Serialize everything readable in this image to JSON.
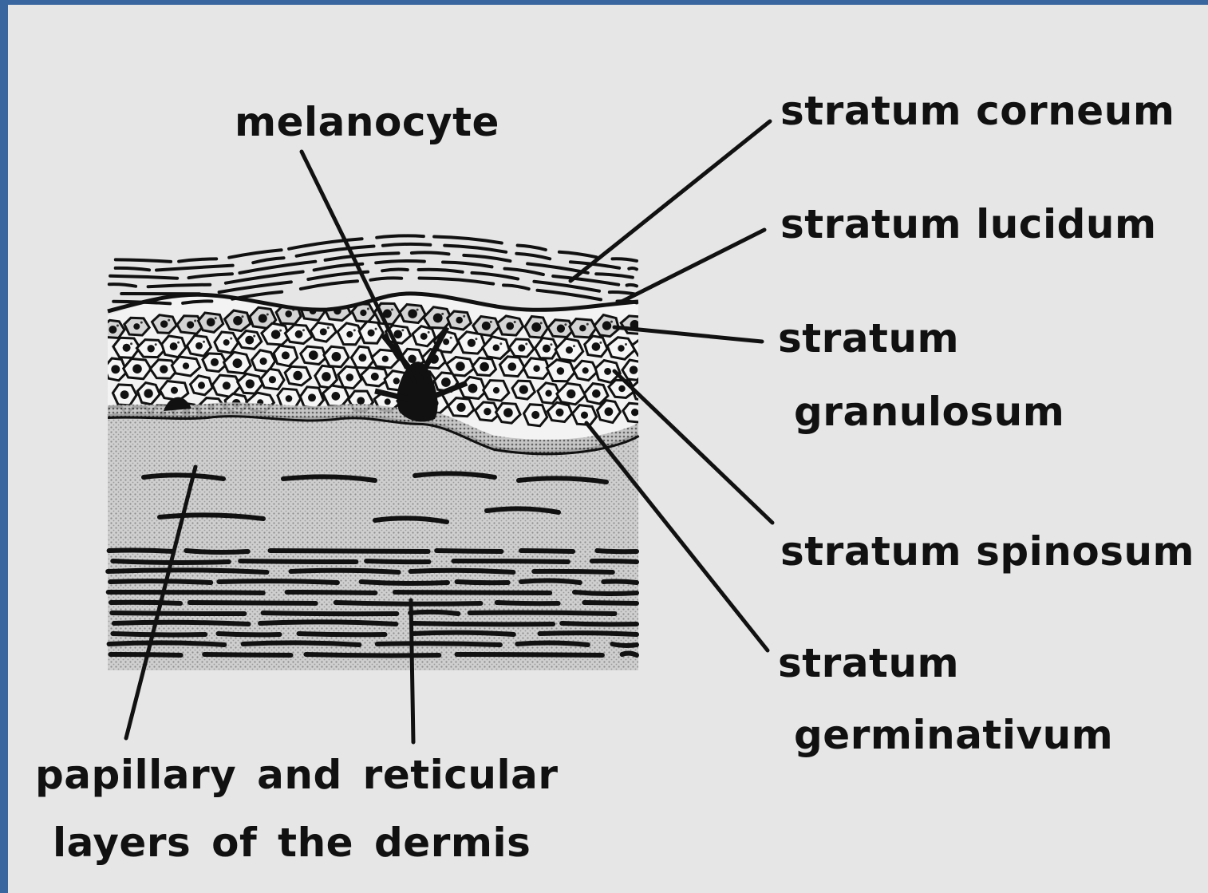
{
  "labels": {
    "melanocyte": "melanocyte",
    "stratum_corneum": "stratum corneum",
    "stratum_lucidum": "stratum lucidum",
    "stratum_granulosum_1": "stratum",
    "stratum_granulosum_2": "granulosum",
    "stratum_spinosum": "stratum spinosum",
    "stratum_germinativum_1": "stratum",
    "stratum_germinativum_2": "germinativum",
    "dermis_1": "papillary and reticular",
    "dermis_2": "layers of the dermis"
  },
  "colors": {
    "background": "#e6e6e6",
    "border": "#3a66a0",
    "ink": "#111111",
    "dermis_stipple": "#b9b9b9"
  }
}
